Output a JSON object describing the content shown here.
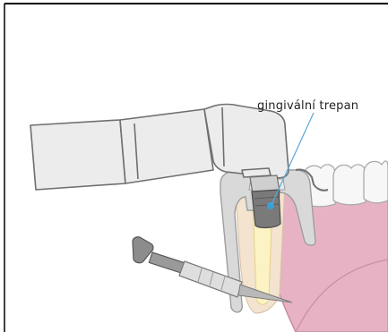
{
  "callout": {
    "label": "gingivální trepan"
  },
  "colors": {
    "frame": "#000000",
    "handpiece_fill": "#ececec",
    "handpiece_stroke": "#6f6f6f",
    "gum": "#e7b3c4",
    "gum_dark": "#c98ea2",
    "bone": "#f3e3cf",
    "implant_site": "#fbf3c4",
    "guide": "#d9d9d9",
    "trephine": "#7a7a7a",
    "marker": "#3aa0d8",
    "leader_line": "#5aa8d8",
    "tooth": "#f7f7f7"
  },
  "icons": {
    "handpiece": "contra-angle-handpiece",
    "trephine": "gingival-trephine-bur",
    "guide": "surgical-guide",
    "drill": "guide-drill",
    "teeth": "teeth"
  }
}
